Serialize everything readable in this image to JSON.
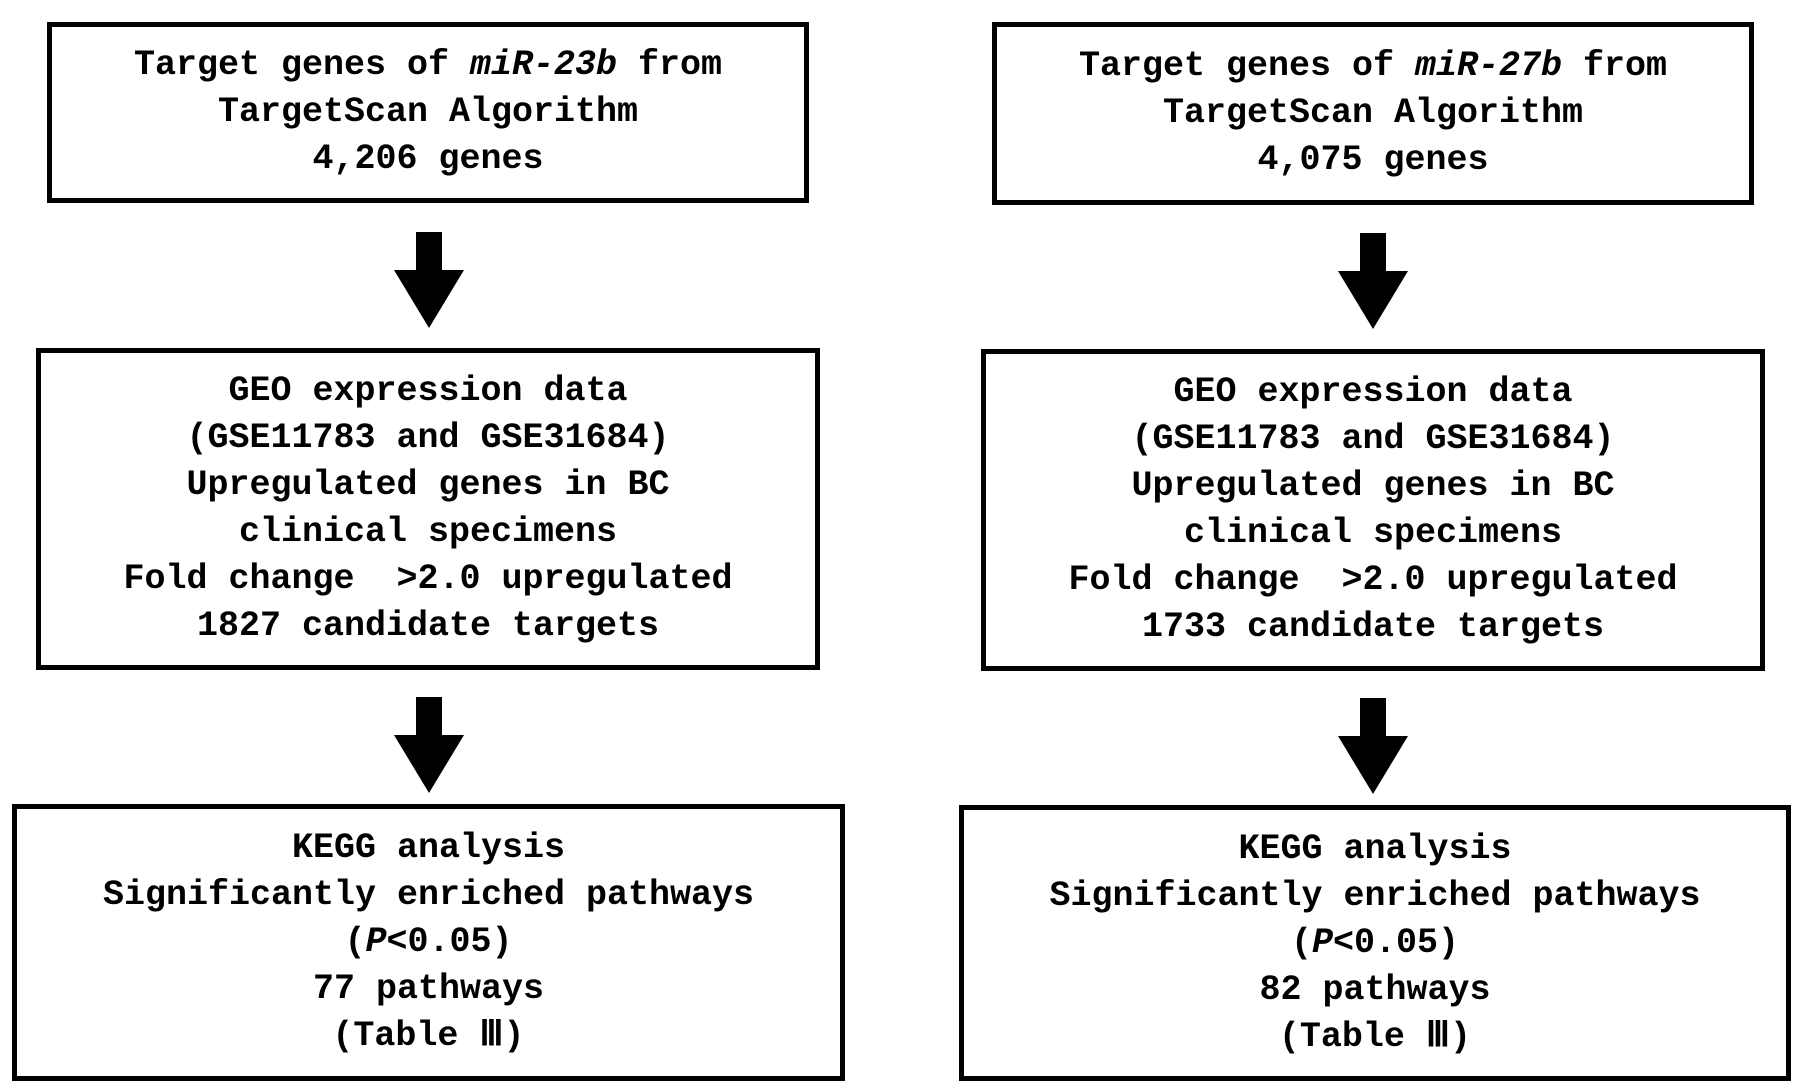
{
  "left_column": {
    "box1": {
      "line1_prefix": "Target genes of ",
      "line1_gene": "miR-23b",
      "line1_suffix": " from",
      "line2": "TargetScan Algorithm",
      "line3": "4,206 genes"
    },
    "box2": {
      "line1": "GEO expression data",
      "line2": "(GSE11783 and GSE31684)",
      "line3": "Upregulated genes in BC",
      "line4": "clinical specimens",
      "line5": "Fold change  >2.0 upregulated",
      "line6": "1827 candidate targets"
    },
    "box3": {
      "line1": "KEGG analysis",
      "line2": "Significantly enriched pathways",
      "line3_open": "(",
      "line3_p": "P",
      "line3_rest": "<0.05)",
      "line4": "77 pathways",
      "line5": "(Table Ⅲ)"
    }
  },
  "right_column": {
    "box1": {
      "line1_prefix": "Target genes of ",
      "line1_gene": "miR-27b",
      "line1_suffix": " from",
      "line2": "TargetScan Algorithm",
      "line3": "4,075 genes"
    },
    "box2": {
      "line1": "GEO expression data",
      "line2": "(GSE11783 and GSE31684)",
      "line3": "Upregulated genes in BC",
      "line4": "clinical specimens",
      "line5": "Fold change  >2.0 upregulated",
      "line6": "1733 candidate targets"
    },
    "box3": {
      "line1": "KEGG analysis",
      "line2": "Significantly enriched pathways",
      "line3_open": "(",
      "line3_p": "P",
      "line3_rest": "<0.05)",
      "line4": "82 pathways",
      "line5": "(Table Ⅲ)"
    }
  },
  "arrow_color": "#000000",
  "border_color": "#000000"
}
